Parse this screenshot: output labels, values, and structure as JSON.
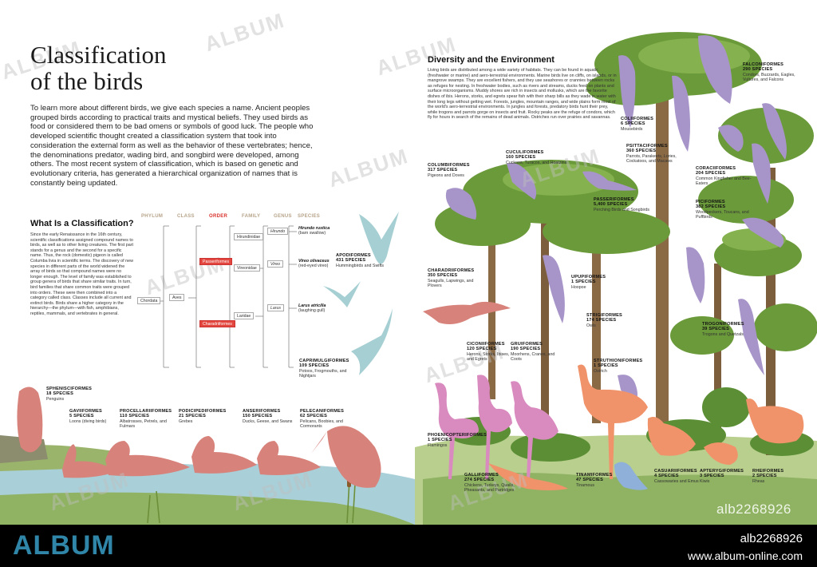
{
  "title_line1": "Classification",
  "title_line2": "of the birds",
  "intro": "To learn more about different birds, we give each species a name. Ancient peoples grouped birds according to practical traits and mystical beliefs. They used birds as food or considered them to be bad omens or symbols of good luck. The people who developed scientific thought created a classification system that took into consideration the external form as well as the behavior of these vertebrates; hence, the denominations predator, wading bird, and songbird were developed, among others. The most recent system of classification, which is based on genetic and evolutionary criteria, has generated a hierarchical organization of names that is constantly being updated.",
  "what_title": "What Is a Classification?",
  "what_text": "Since the early Renaissance in the 16th century, scientific classifications assigned compound names to birds, as well as to other living creatures. The first part stands for a genus and the second for a specific name. Thus, the rock (domestic) pigeon is called Columba livia in scientific terms. The discovery of new species in different parts of the world widened the array of birds so that compound names were no longer enough. The level of family was established to group genera of birds that share similar traits. In turn, bird families that share common traits were grouped into orders. These were then combined into a category called class. Classes include all current and extinct birds. Birds share a higher category in the hierarchy—the phylum—with fish, amphibians, reptiles, mammals, and vertebrates in general.",
  "tree": {
    "headers": {
      "phylum": "PHYLUM",
      "class": "CLASS",
      "order": "ORDER",
      "family": "FAMILY",
      "genus": "GENUS",
      "species": "SPECIES"
    },
    "phylum": "Chordata",
    "class": "Aves",
    "order1": "Passeriformes",
    "order2": "Charadriiformes",
    "fam1": "Hirundinidae",
    "fam2": "Vireonidae",
    "fam3": "Laridae",
    "gen1": "Hirundo",
    "gen2": "Vireo",
    "gen3": "Larus",
    "sp1_sci": "Hirundo rustica",
    "sp1_com": "(barn swallow)",
    "sp2_sci": "Vireo olivaceus",
    "sp2_com": "(red-eyed vireo)",
    "sp3_sci": "Larus atricilla",
    "sp3_com": "(laughing gull)"
  },
  "div_title": "Diversity and the Environment",
  "div_text": "Living birds are distributed among a wide variety of habitats. They can be found in aquatic (freshwater or marine) and aero-terrestrial environments. Marine birds live on cliffs, on islands, or in mangrove swamps. They are excellent fishers, and they use seashores or crannies between rocks as refuges for nesting. In freshwater bodies, such as rivers and streams, ducks feed on plants and surface microorganisms. Muddy shores are rich in insects and mollusks, which are the favorite dishes of ibis. Herons, storks, and egrets spear fish with their sharp bills as they wade in water with their long legs without getting wet. Forests, jungles, mountain ranges, and wide plains form most of the world's aero-terrestrial environments. In jungles and forests, predatory birds hunt their prey, while trogons and parrots gorge on insects and fruit. Rocky peaks are the refuge of condors, which fly for hours in search of the remains of dead animals. Ostriches run over prairies and savannas.",
  "orders": [
    {
      "name": "APODIFORMES",
      "count": "431 SPECIES",
      "desc": "Hummingbirds and Swifts"
    },
    {
      "name": "CAPRIMULGIFORMES",
      "count": "109 SPECIES",
      "desc": "Potoos, Frogmouths, and Nightjars"
    },
    {
      "name": "SPHENISCIFORMES",
      "count": "18 SPECIES",
      "desc": "Penguins"
    },
    {
      "name": "GAVIIFORMES",
      "count": "5 SPECIES",
      "desc": "Loons (diving birds)"
    },
    {
      "name": "PROCELLARIIFORMES",
      "count": "110 SPECIES",
      "desc": "Albatrosses, Petrels, and Fulmars"
    },
    {
      "name": "PODICIPEDIFORMES",
      "count": "21 SPECIES",
      "desc": "Grebes"
    },
    {
      "name": "ANSERIFORMES",
      "count": "150 SPECIES",
      "desc": "Ducks, Geese, and Swans"
    },
    {
      "name": "PELECANIFORMES",
      "count": "62 SPECIES",
      "desc": "Pelicans, Boobies, and Cormorants"
    },
    {
      "name": "COLUMBIFORMES",
      "count": "317 SPECIES",
      "desc": "Pigeons and Doves"
    },
    {
      "name": "CUCULIFORMES",
      "count": "160 SPECIES",
      "desc": "Cuckoos, Turacos, and Hoatzins"
    },
    {
      "name": "CHARADRIIFORMES",
      "count": "350 SPECIES",
      "desc": "Seagulls, Lapwings, and Plovers"
    },
    {
      "name": "PASSERIFORMES",
      "count": "5,400 SPECIES",
      "desc": "Perching Birds and Songbirds"
    },
    {
      "name": "UPUPIFORMES",
      "count": "1 SPECIES",
      "desc": "Hoopoe"
    },
    {
      "name": "COLIIFORMES",
      "count": "6 SPECIES",
      "desc": "Mousebirds"
    },
    {
      "name": "PSITTACIFORMES",
      "count": "360 SPECIES",
      "desc": "Parrots, Parakeets, Lories, Cockatoos, and Macaws"
    },
    {
      "name": "FALCONIFORMES",
      "count": "290 SPECIES",
      "desc": "Condors, Buzzards, Eagles, Vultures, and Falcons"
    },
    {
      "name": "CORACIIFORMES",
      "count": "204 SPECIES",
      "desc": "Common Kingfisher and Bee-Eaters"
    },
    {
      "name": "PICIFORMES",
      "count": "382 SPECIES",
      "desc": "Woodpeckers, Toucans, and Puffbirds"
    },
    {
      "name": "STRIGIFORMES",
      "count": "174 SPECIES",
      "desc": "Owls"
    },
    {
      "name": "TROGONIFORMES",
      "count": "39 SPECIES",
      "desc": "Trogons and Quetzals"
    },
    {
      "name": "CICONIIFORMES",
      "count": "120 SPECIES",
      "desc": "Herons, Storks, Ibises, and Egrets"
    },
    {
      "name": "GRUIFORMES",
      "count": "190 SPECIES",
      "desc": "Moorhens, Cranes, and Coots"
    },
    {
      "name": "STRUTHIONIFORMES",
      "count": "1 SPECIES",
      "desc": "Ostrich"
    },
    {
      "name": "PHOENICOPTERIFORMES",
      "count": "1 SPECIES",
      "desc": "Flamingos"
    },
    {
      "name": "GALLIFORMES",
      "count": "274 SPECIES",
      "desc": "Chickens, Turkeys, Quails, Pheasants, and Partridges"
    },
    {
      "name": "TINAMIFORMES",
      "count": "47 SPECIES",
      "desc": "Tinamous"
    },
    {
      "name": "CASUARIIFORMES",
      "count": "4 SPECIES",
      "desc": "Cassowaries and Emus"
    },
    {
      "name": "APTERYGIFORMES",
      "count": "3 SPECIES",
      "desc": "Kiwis"
    },
    {
      "name": "RHEIFORMES",
      "count": "2 SPECIES",
      "desc": "Rheas"
    }
  ],
  "watermark": "ALBUM",
  "footer": {
    "logo": "ALBUM",
    "id": "alb2268926",
    "url": "www.album-online.com"
  }
}
